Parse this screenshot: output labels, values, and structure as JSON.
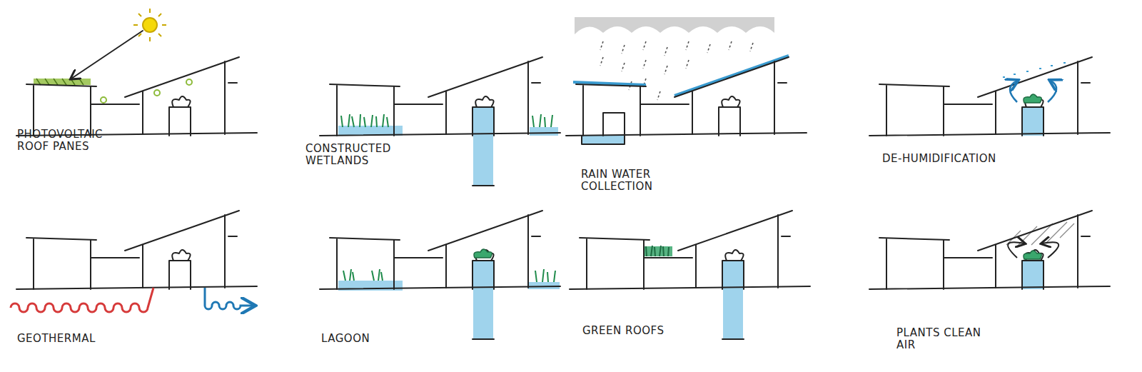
{
  "diagram": {
    "labels": [
      "PHOTOVOLTAIC ROOF PANES",
      "CONSTRUCTED WETLANDS",
      "RAIN WATER COLLECTION",
      "DE-HUMIDIFICATION",
      "GEOTHERMAL",
      "LAGOON",
      "GREEN ROOFS",
      "PLANTS CLEAN AIR"
    ]
  }
}
